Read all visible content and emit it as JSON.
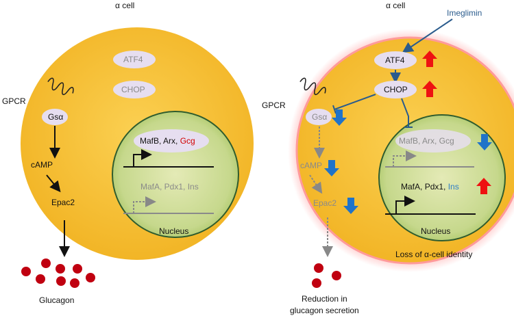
{
  "left": {
    "title": "α cell",
    "gpcr": "GPCR",
    "gsa": "Gsα",
    "atf4": "ATF4",
    "chop": "CHOP",
    "camp": "cAMP",
    "epac2": "Epac2",
    "glucagon": "Glucagon",
    "nucleus": "Nucleus",
    "genes_active": {
      "mafb": "MafB",
      "sep1": ", ",
      "arx": "Arx",
      "sep2": ", ",
      "gcg": "Gcg"
    },
    "genes_silent": "MafA, Pdx1, Ins"
  },
  "right": {
    "title": "α cell",
    "imeglimin": "Imeglimin",
    "gpcr": "GPCR",
    "gsa": "Gsα",
    "atf4": "ATF4",
    "chop": "CHOP",
    "camp": "cAMP",
    "epac2": "Epac2",
    "nucleus": "Nucleus",
    "genes_silenced": "MafB, Arx, Gcg",
    "genes_induced": {
      "mafa": "MafA",
      "sep1": ", ",
      "pdx1": "Pdx1",
      "sep2": ", ",
      "ins": "Ins"
    },
    "loss": "Loss of α-cell identity",
    "reduction_line1": "Reduction in",
    "reduction_line2": "glucagon secretion"
  },
  "colors": {
    "cell": "#f5bd2d",
    "nucleus": "#b6cf73",
    "protein": "#e6def0",
    "up_arrow": "#ee1111",
    "down_arrow": "#1f73c9",
    "glucagon_dot": "#c00010",
    "inhibit_line": "#2a5b8c"
  }
}
